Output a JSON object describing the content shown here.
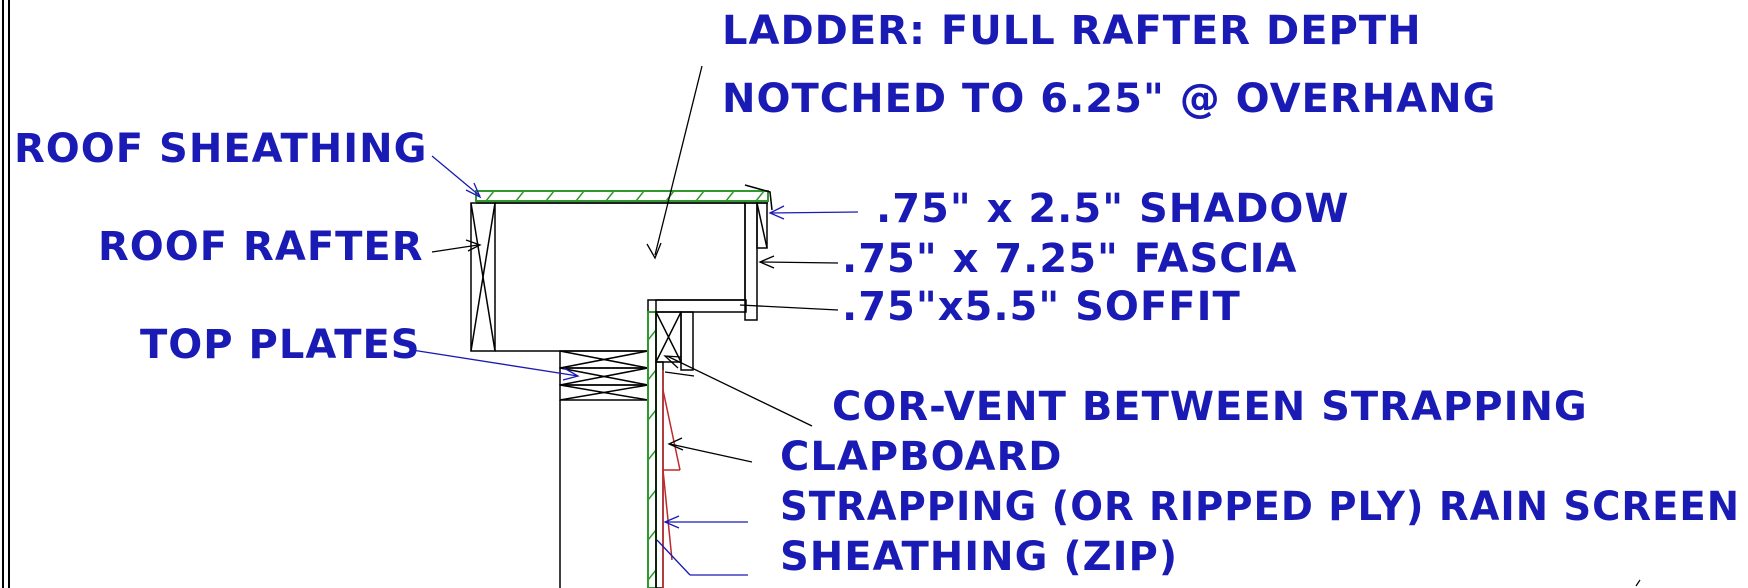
{
  "labels": {
    "ladder_line1": "LADDER: FULL RAFTER DEPTH",
    "ladder_line2": "NOTCHED TO 6.25\" @ OVERHANG",
    "roof_sheathing": "ROOF SHEATHING",
    "roof_rafter": "ROOF RAFTER",
    "top_plates": "TOP PLATES",
    "shadow": ".75\" x 2.5\" SHADOW",
    "fascia": ".75\" x 7.25\" FASCIA",
    "soffit": ".75\"x5.5\" SOFFIT",
    "cor_vent": "COR-VENT BETWEEN STRAPPING",
    "clapboard": "CLAPBOARD",
    "strapping": "STRAPPING (OR RIPPED PLY) RAIN SCREEN",
    "sheathing_zip": "SHEATHING (ZIP)"
  },
  "colors": {
    "text": "#1a1ab5",
    "sheathing": "#2e9a2e",
    "clapboard": "#c0282d",
    "leader": "#1a1ab5",
    "outline": "#000000"
  }
}
